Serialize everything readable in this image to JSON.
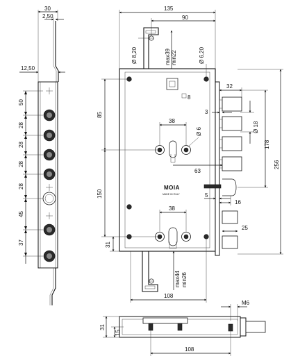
{
  "dimensions": {
    "d30": "30",
    "d2_50": "2,50",
    "d12_50": "12,50",
    "d135": "135",
    "d90": "90",
    "d8_20": "Ø 8,20",
    "max39": "max39",
    "min22": "min22",
    "d6_20": "Ø 6,20",
    "d32": "32",
    "d8": "8",
    "d3": "3",
    "d38_top": "38",
    "d6": "Ø 6",
    "d18": "Ø 18",
    "d178": "178",
    "d256": "256",
    "d85": "85",
    "d63": "63",
    "d5": "5",
    "d16": "16",
    "d150": "150",
    "d38_bot": "38",
    "d25": "25",
    "d31_front": "31",
    "max44": "max44",
    "min26": "min26",
    "d108_front": "108",
    "m6": "M6",
    "d31_bottom": "31",
    "d15": "15",
    "d108_bottom": "108",
    "side_50": "50",
    "side_28a": "28",
    "side_28b": "28",
    "side_28c": "28",
    "side_28d": "28",
    "side_45": "45",
    "side_37": "37"
  },
  "brand": {
    "name": "MOIA",
    "made_in": "MADE IN ITALY"
  }
}
